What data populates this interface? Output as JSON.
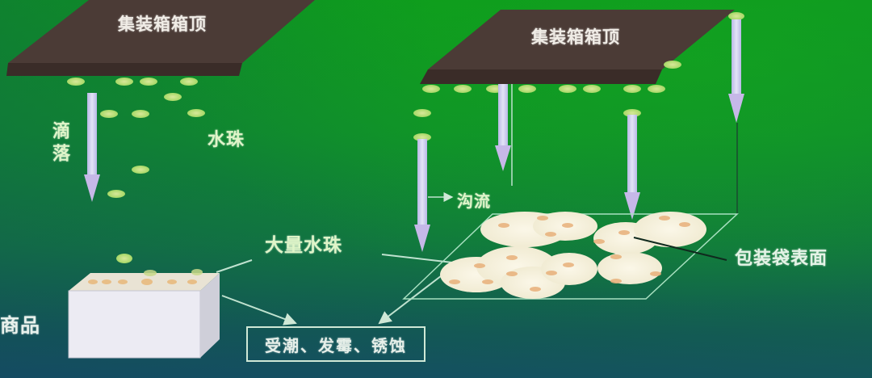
{
  "diagram": {
    "left_panel": {
      "roof_label": "集装箱箱顶",
      "drip_label": "滴落",
      "droplet_label": "水珠",
      "goods_label": "商品"
    },
    "right_panel": {
      "roof_label": "集装箱箱顶",
      "channel_flow_label": "沟流",
      "bag_surface_label": "包装袋表面"
    },
    "shared": {
      "many_droplets_label": "大量水珠",
      "result_label": "受潮、发霉、锈蚀"
    },
    "colors": {
      "background_top": "#0d9a1c",
      "background_bottom": "#145061",
      "roof": "#4a3a35",
      "droplet": "#b9e07a",
      "arrow": "#c9c9ec",
      "box": "#ecebf2",
      "bag": "#f4f0dc",
      "text": "#dff5c8"
    }
  }
}
